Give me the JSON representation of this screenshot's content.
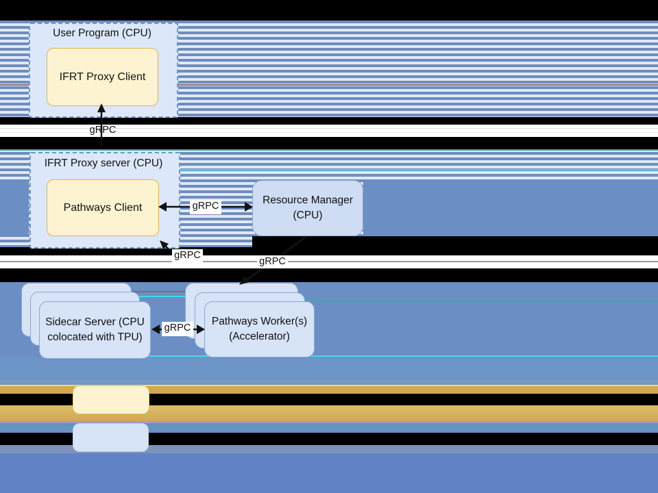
{
  "diagram_type": "architecture-diagram (glitched screenshot with horizontal stripe/band artifacts)",
  "nodes": {
    "user_program": {
      "title": "User Program (CPU)",
      "child": "IFRT Proxy Client"
    },
    "ifrt_proxy_server": {
      "title": "IFRT Proxy server (CPU)",
      "child": "Pathways Client"
    },
    "resource_manager": {
      "line1": "Resource Manager",
      "line2": "(CPU)"
    },
    "sidecar_server": {
      "line1": "Sidecar Server (CPU",
      "line2": "colocated with TPU)"
    },
    "pathways_workers": {
      "line1": "Pathways Worker(s)",
      "line2": "(Accelerator)"
    }
  },
  "arrows": {
    "user_to_proxy_label": "gRPC",
    "client_rm_label": "gRPC",
    "client_down_label": "gRPC",
    "rm_down_label": "gRPC",
    "sidecar_worker_label": "gRPC"
  },
  "legend": {
    "yellow_swatch_color": "#fdf3d1",
    "blue_swatch_color": "#d7e3f6",
    "note": "legend row labels are covered by black glitch bars"
  },
  "colors": {
    "stripe_dark": "#6f8cbd",
    "stripe_light": "#dfe9f7",
    "solid_blue": "#6b8ec5",
    "lower_blue": "#6d95c7",
    "bottom_blue": "#6282c6",
    "gray_blue": "#7e93b9",
    "gold": "#d0a951",
    "bright_yellow_line": "#ffe14e",
    "lavender_line": "#9e9bcb",
    "cyan_line": "#3fdde6",
    "teal_line": "#43a89e",
    "box_yellow_fill": "#fdf3d1",
    "box_yellow_border": "#d8b54e",
    "box_blue_fill": "#d7e3f6",
    "box_blue_border": "#8ba8cf",
    "glitch_black": "#000000"
  }
}
